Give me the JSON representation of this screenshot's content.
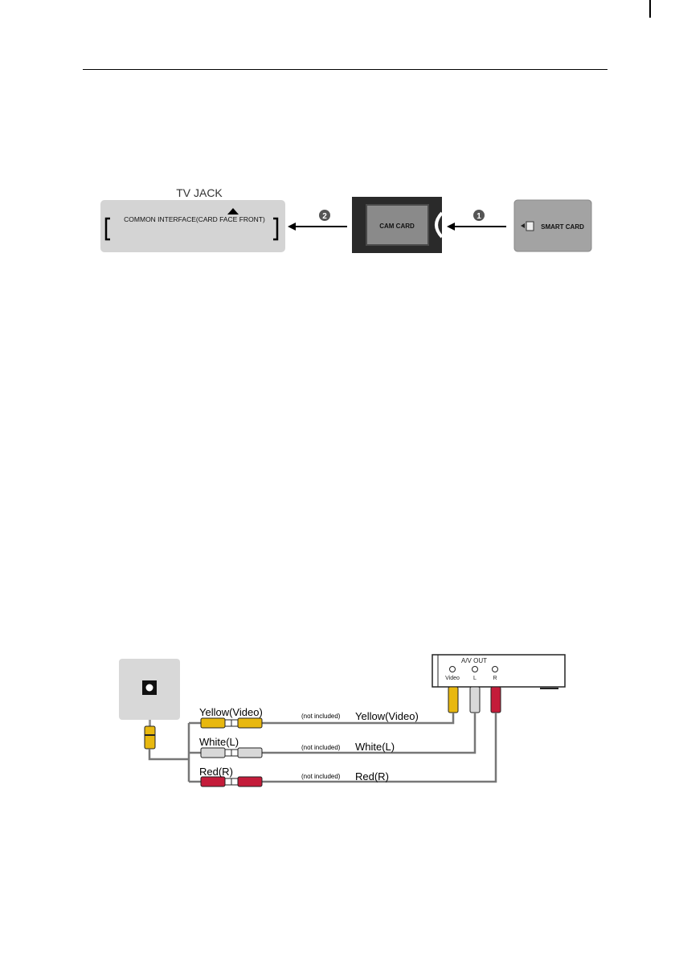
{
  "figure1": {
    "tv_jack_label": "TV JACK",
    "slot_label": "COMMON INTERFACE(CARD FACE FRONT)",
    "step_2": "2",
    "step_1": "1",
    "cam_card_label": "CAM CARD",
    "smart_card_label": "SMART CARD"
  },
  "figure2": {
    "device_port_header": "A/V OUT",
    "port_video": "Video",
    "port_l": "L",
    "port_r": "R",
    "cables": [
      {
        "left_label": "Yellow(Video)",
        "note": "(not included)",
        "right_label": "Yellow(Video)",
        "color": "#e8b80f"
      },
      {
        "left_label": "White(L)",
        "note": "(not included)",
        "right_label": "White(L)",
        "color": "#d8d8d8"
      },
      {
        "left_label": "Red(R)",
        "note": "(not included)",
        "right_label": "Red(R)",
        "color": "#c41c3a"
      }
    ]
  }
}
